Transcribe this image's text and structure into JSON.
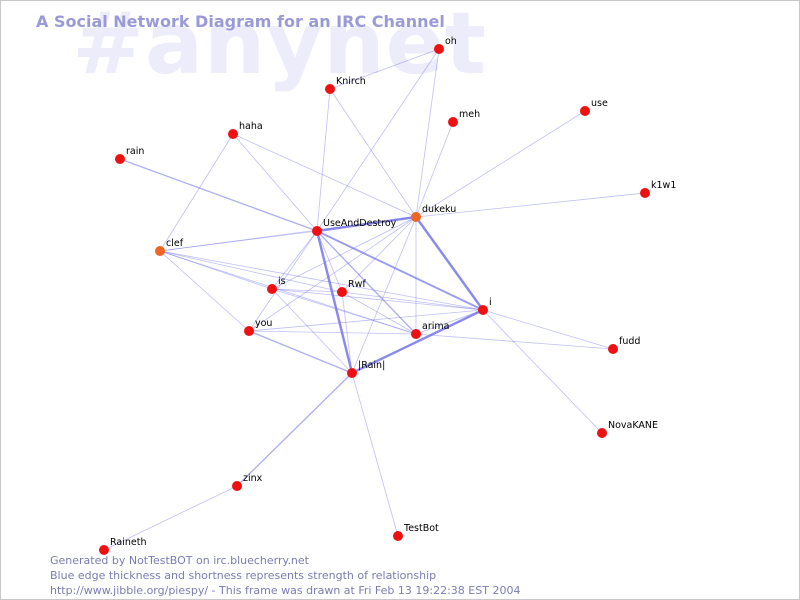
{
  "title": "A Social Network Diagram for an IRC Channel",
  "watermark": "#anynet",
  "footer": {
    "line1": "Generated by NotTestBOT on irc.bluecherry.net",
    "line2": "Blue edge thickness and shortness represents strength of relationship",
    "line3": "http://www.jibble.org/piespy/ - This frame was drawn at Fri Feb 13 19:22:38 EST 2004"
  },
  "colors": {
    "edge": "#7070e8",
    "node": "#ee1111",
    "node_highlight": "#ee6622",
    "title": "#9a9ad8",
    "watermark": "#ececfa",
    "footer": "#7c7cb4"
  },
  "nodes": [
    {
      "id": "oh",
      "label": "oh"
    },
    {
      "id": "Knirch",
      "label": "Knirch"
    },
    {
      "id": "meh",
      "label": "meh"
    },
    {
      "id": "use",
      "label": "use"
    },
    {
      "id": "haha",
      "label": "haha"
    },
    {
      "id": "rain",
      "label": "rain"
    },
    {
      "id": "k1w1",
      "label": "k1w1"
    },
    {
      "id": "dukeku",
      "label": "dukeku",
      "highlight": true
    },
    {
      "id": "UseAndDestroy",
      "label": "UseAndDestroy"
    },
    {
      "id": "clef",
      "label": "clef",
      "highlight": true
    },
    {
      "id": "is",
      "label": "is"
    },
    {
      "id": "Rwf",
      "label": "Rwf"
    },
    {
      "id": "i",
      "label": "i"
    },
    {
      "id": "you",
      "label": "you"
    },
    {
      "id": "arima",
      "label": "arima"
    },
    {
      "id": "fudd",
      "label": "fudd"
    },
    {
      "id": "Rain",
      "label": "|Rain|"
    },
    {
      "id": "NovaKANE",
      "label": "NovaKANE"
    },
    {
      "id": "zinx",
      "label": "zinx"
    },
    {
      "id": "TestBot",
      "label": "TestBot"
    },
    {
      "id": "Raineth",
      "label": "Raineth"
    }
  ],
  "edges": [
    {
      "source": "UseAndDestroy",
      "target": "dukeku",
      "weight": 2.5
    },
    {
      "source": "dukeku",
      "target": "i",
      "weight": 2.5
    },
    {
      "source": "i",
      "target": "Rain",
      "weight": 2.5
    },
    {
      "source": "UseAndDestroy",
      "target": "Rain",
      "weight": 2.5
    },
    {
      "source": "UseAndDestroy",
      "target": "i",
      "weight": 2
    },
    {
      "source": "UseAndDestroy",
      "target": "arima",
      "weight": 1.5
    },
    {
      "source": "Rain",
      "target": "zinx",
      "weight": 1.5
    },
    {
      "source": "you",
      "target": "Rain",
      "weight": 1.5
    },
    {
      "source": "is",
      "target": "Rain",
      "weight": 1
    },
    {
      "source": "Rwf",
      "target": "Rain",
      "weight": 1
    },
    {
      "source": "dukeku",
      "target": "Rain",
      "weight": 1
    },
    {
      "source": "dukeku",
      "target": "arima",
      "weight": 1
    },
    {
      "source": "dukeku",
      "target": "Rwf",
      "weight": 1
    },
    {
      "source": "dukeku",
      "target": "you",
      "weight": 1
    },
    {
      "source": "dukeku",
      "target": "is",
      "weight": 1
    },
    {
      "source": "dukeku",
      "target": "clef",
      "weight": 1
    },
    {
      "source": "dukeku",
      "target": "oh",
      "weight": 1
    },
    {
      "source": "dukeku",
      "target": "meh",
      "weight": 1
    },
    {
      "source": "dukeku",
      "target": "Knirch",
      "weight": 1
    },
    {
      "source": "dukeku",
      "target": "haha",
      "weight": 1
    },
    {
      "source": "dukeku",
      "target": "use",
      "weight": 1
    },
    {
      "source": "dukeku",
      "target": "k1w1",
      "weight": 1
    },
    {
      "source": "UseAndDestroy",
      "target": "haha",
      "weight": 1
    },
    {
      "source": "UseAndDestroy",
      "target": "rain",
      "weight": 1.5
    },
    {
      "source": "UseAndDestroy",
      "target": "Knirch",
      "weight": 1
    },
    {
      "source": "UseAndDestroy",
      "target": "oh",
      "weight": 1
    },
    {
      "source": "UseAndDestroy",
      "target": "clef",
      "weight": 1
    },
    {
      "source": "UseAndDestroy",
      "target": "is",
      "weight": 1
    },
    {
      "source": "UseAndDestroy",
      "target": "you",
      "weight": 1
    },
    {
      "source": "UseAndDestroy",
      "target": "Rwf",
      "weight": 1
    },
    {
      "source": "haha",
      "target": "clef",
      "weight": 1
    },
    {
      "source": "clef",
      "target": "is",
      "weight": 1
    },
    {
      "source": "clef",
      "target": "you",
      "weight": 1
    },
    {
      "source": "clef",
      "target": "i",
      "weight": 1
    },
    {
      "source": "clef",
      "target": "arima",
      "weight": 1
    },
    {
      "source": "clef",
      "target": "Rwf",
      "weight": 1
    },
    {
      "source": "is",
      "target": "i",
      "weight": 1
    },
    {
      "source": "is",
      "target": "arima",
      "weight": 1
    },
    {
      "source": "is",
      "target": "Rwf",
      "weight": 1
    },
    {
      "source": "Rwf",
      "target": "i",
      "weight": 1
    },
    {
      "source": "Rwf",
      "target": "arima",
      "weight": 1
    },
    {
      "source": "i",
      "target": "arima",
      "weight": 1
    },
    {
      "source": "i",
      "target": "you",
      "weight": 1
    },
    {
      "source": "i",
      "target": "fudd",
      "weight": 1
    },
    {
      "source": "i",
      "target": "NovaKANE",
      "weight": 1
    },
    {
      "source": "arima",
      "target": "fudd",
      "weight": 1
    },
    {
      "source": "arima",
      "target": "you",
      "weight": 1
    },
    {
      "source": "Rain",
      "target": "TestBot",
      "weight": 1
    },
    {
      "source": "zinx",
      "target": "Raineth",
      "weight": 1
    },
    {
      "source": "oh",
      "target": "Knirch",
      "weight": 1
    }
  ]
}
